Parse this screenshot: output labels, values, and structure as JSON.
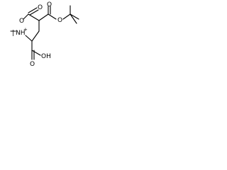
{
  "molecule": {
    "atom_labels": {
      "ester_O_left_carbonyl": "O",
      "ester_O_left_link": "O",
      "ester_O_right_carbonyl": "O",
      "ester_O_right_link": "O",
      "amine_group": "NH",
      "amine_charge": "+",
      "methyl_on_N": "|",
      "acid_O_carbonyl": "O",
      "acid_OH": "OH"
    },
    "colors": {
      "bond": "#000000",
      "text": "#000000",
      "background": "#ffffff"
    }
  }
}
